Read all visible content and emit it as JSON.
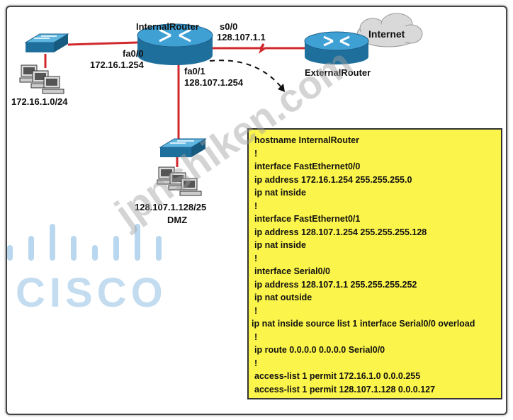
{
  "devices": {
    "internal_router": "InternalRouter",
    "external_router": "ExternalRouter",
    "cloud": "Internet"
  },
  "interfaces": {
    "s0_0_name": "s0/0",
    "s0_0_ip": "128.107.1.1",
    "fa0_0_name": "fa0/0",
    "fa0_0_ip": "172.16.1.254",
    "fa0_1_name": "fa0/1",
    "fa0_1_ip": "128.107.1.254"
  },
  "networks": {
    "lan": "172.16.1.0/24",
    "dmz_subnet": "128.107.1.128/25",
    "dmz_label": "DMZ"
  },
  "config": [
    " hostname InternalRouter",
    " !",
    " interface FastEthernet0/0",
    "   ip address 172.16.1.254 255.255.255.0",
    "   ip nat inside",
    " !",
    " interface FastEthernet0/1",
    "   ip address 128.107.1.254 255.255.255.128",
    "   ip nat inside",
    " !",
    " interface Serial0/0",
    "   ip address 128.107.1.1 255.255.255.252",
    "   ip nat outside",
    " !",
    "ip nat inside source list 1 interface Serial0/0 overload",
    " !",
    " ip route 0.0.0.0 0.0.0.0 Serial0/0",
    " !",
    " access-list 1 permit 172.16.1.0 0.0.0.255",
    " access-list 1 permit 128.107.1.128 0.0.0.127"
  ],
  "logo": {
    "wordmark": "CISCO",
    "color": "#b9d7ee"
  },
  "watermark": "jpnshiken.com",
  "colors": {
    "link": "#d0282c",
    "router": "#2b8fc4",
    "config_bg": "#fbf44a"
  }
}
